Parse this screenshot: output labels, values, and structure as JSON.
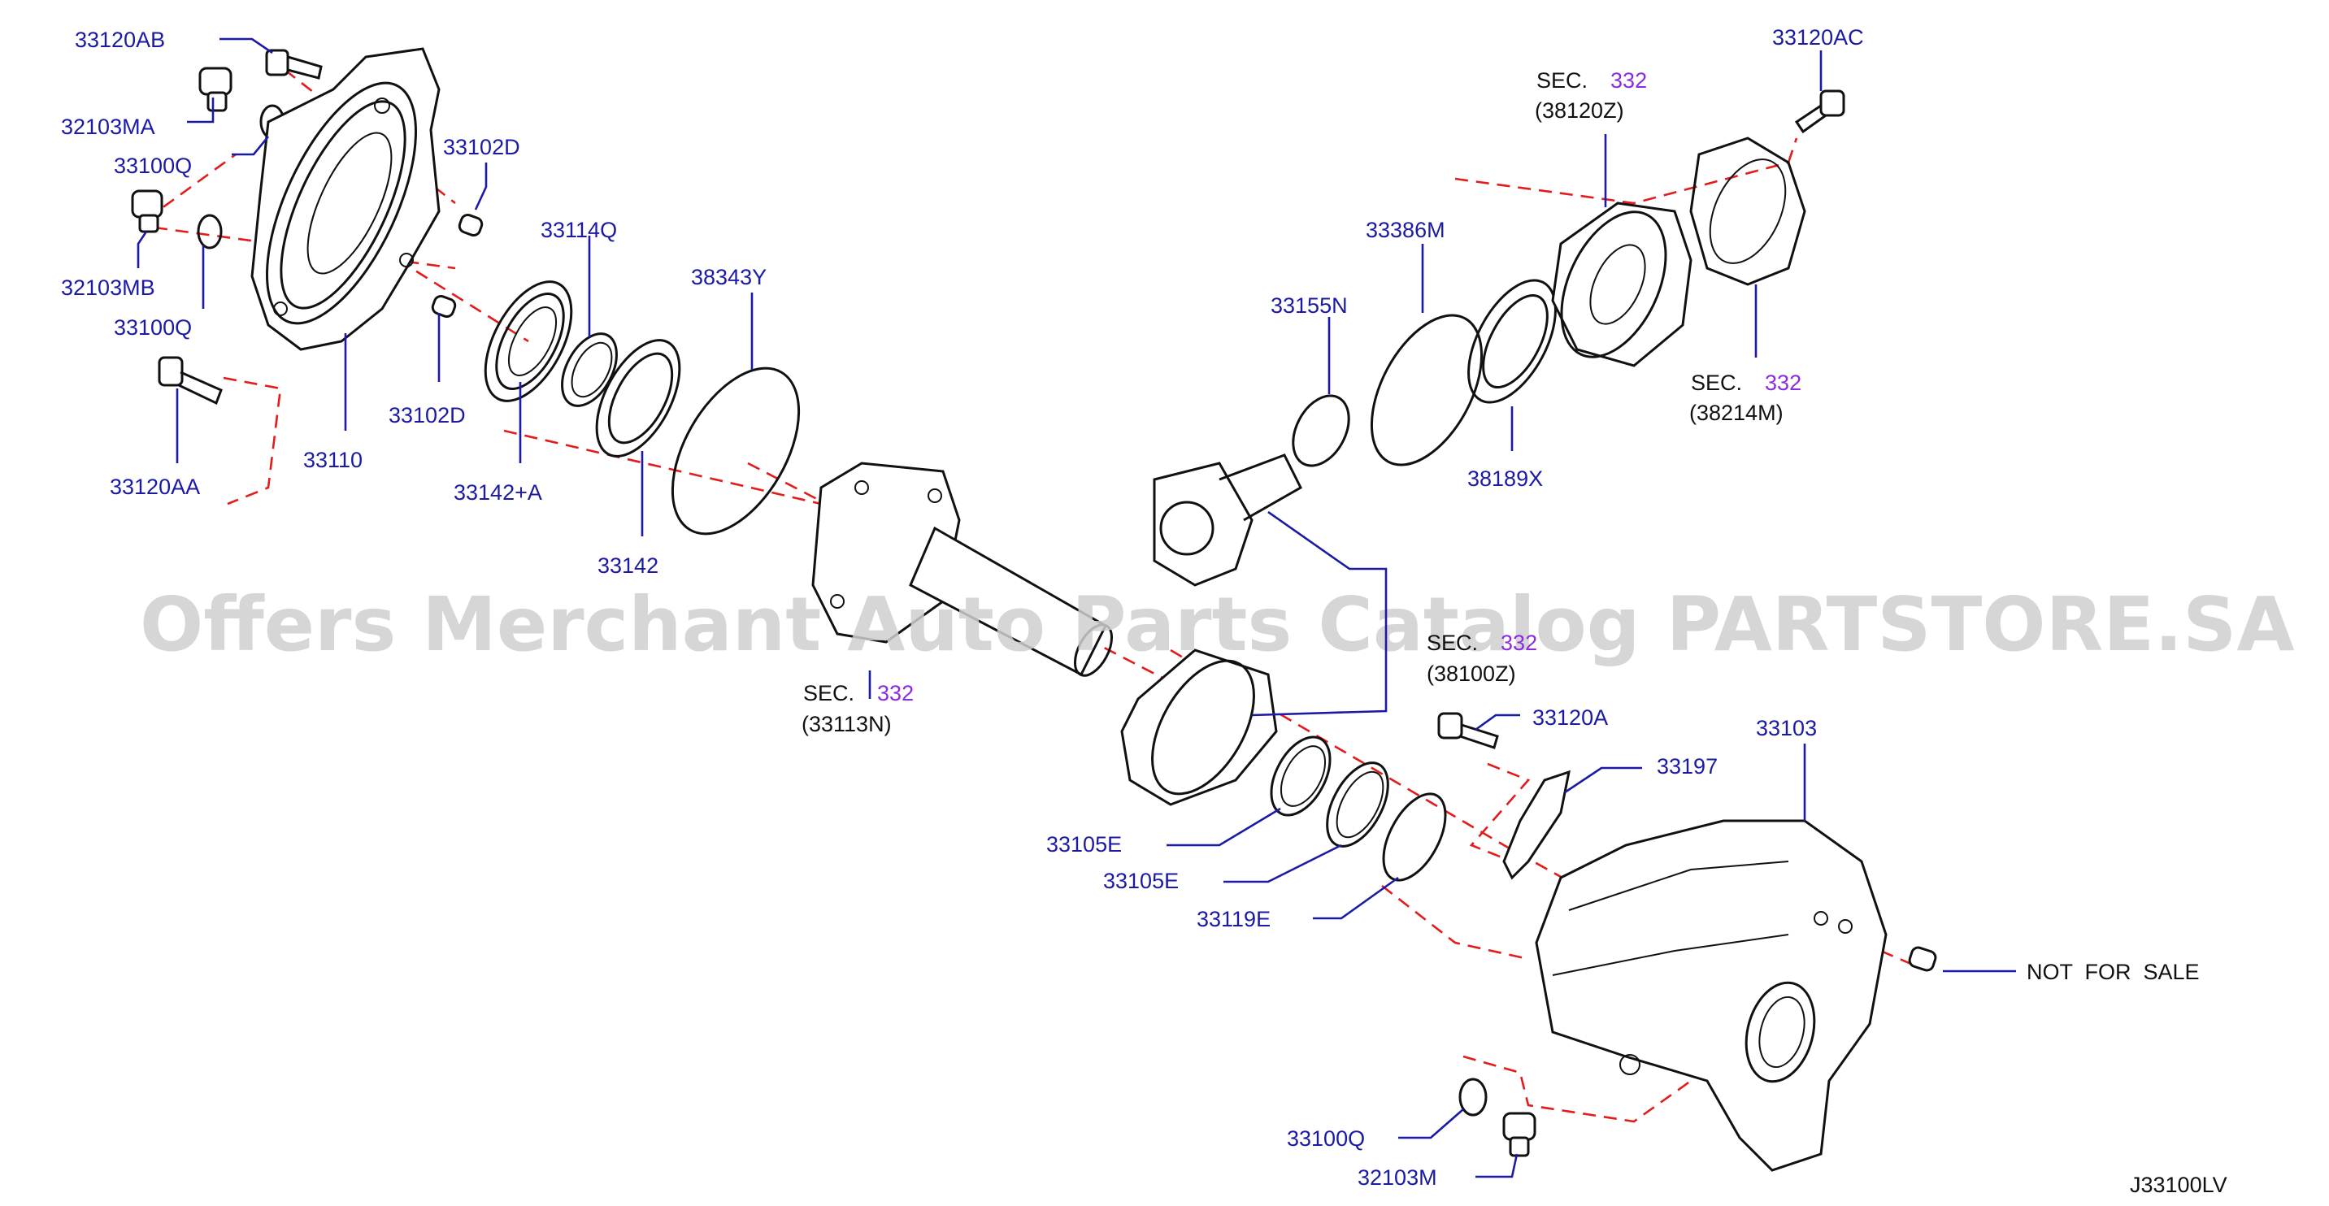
{
  "labels": {
    "p33120AB": "33120AB",
    "p32103MA": "32103MA",
    "p33100Q_a": "33100Q",
    "p33102D_a": "33102D",
    "p32103MB": "32103MB",
    "p33100Q_b": "33100Q",
    "p33102D_b": "33102D",
    "p33110": "33110",
    "p33120AA": "33120AA",
    "p33114Q": "33114Q",
    "p33142A": "33142+A",
    "p33142": "33142",
    "p38343Y": "38343Y",
    "p33386M": "33386M",
    "p33155N": "33155N",
    "p38189X": "38189X",
    "p33120AC": "33120AC",
    "p33105E_a": "33105E",
    "p33105E_b": "33105E",
    "p33119E": "33119E",
    "p33120A": "33120A",
    "p33197": "33197",
    "p33103": "33103",
    "p33100Q_c": "33100Q",
    "p32103M": "32103M"
  },
  "sections": {
    "s1": {
      "prefix": "SEC.",
      "num": "332",
      "ref": "(38120Z)"
    },
    "s2": {
      "prefix": "SEC.",
      "num": "332",
      "ref": "(38214M)"
    },
    "s3": {
      "prefix": "SEC.",
      "num": "332",
      "ref": "(38100Z)"
    },
    "s4": {
      "prefix": "SEC.",
      "num": "332",
      "ref": "(33113N)"
    }
  },
  "notice": "NOT  FOR  SALE",
  "diagram_code": "J33100LV",
  "watermark": "Offers Merchant Auto Parts Catalog PARTSTORE.SA",
  "colors": {
    "label": "#1a1aa6",
    "section_number": "#8a2be2",
    "axis_line": "#e41b1b",
    "outline": "#111111",
    "watermark": "#cfcfcf"
  }
}
